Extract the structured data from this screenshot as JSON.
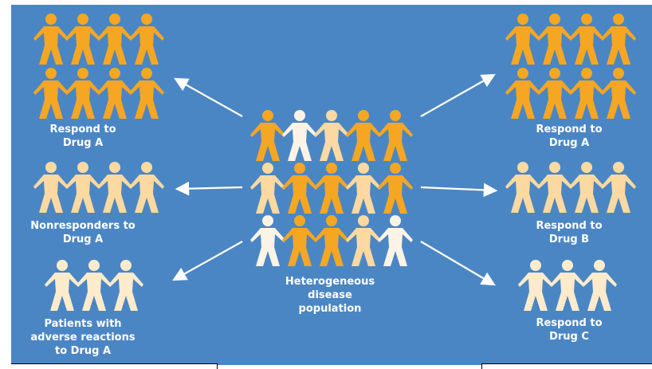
{
  "colors": {
    "background": "#4b86c4",
    "responder": "#f5a623",
    "nonresponder": "#fbd9a0",
    "adverse": "#fdebcc",
    "neutral": "#fbf3e6",
    "arrow": "#ffffff",
    "text": "#ffffff"
  },
  "icon": "person-figure-icon",
  "center": {
    "label": "Heterogeneous\ndisease\npopulation",
    "rows": [
      [
        "responder",
        "neutral",
        "nonresponder",
        "responder",
        "responder"
      ],
      [
        "nonresponder",
        "responder",
        "responder",
        "nonresponder",
        "responder"
      ],
      [
        "neutral",
        "responder",
        "responder",
        "nonresponder",
        "neutral"
      ]
    ]
  },
  "left_groups": [
    {
      "label": "Respond to\nDrug A",
      "rows": [
        [
          "responder",
          "responder",
          "responder",
          "responder"
        ],
        [
          "responder",
          "responder",
          "responder",
          "responder"
        ]
      ]
    },
    {
      "label": "Nonresponders to\nDrug A",
      "rows": [
        [
          "nonresponder",
          "nonresponder",
          "nonresponder",
          "nonresponder"
        ]
      ]
    },
    {
      "label": "Patients with\nadverse reactions\nto Drug A",
      "rows": [
        [
          "adverse",
          "adverse",
          "adverse"
        ]
      ]
    }
  ],
  "right_groups": [
    {
      "label": "Respond to\nDrug A",
      "rows": [
        [
          "responder",
          "responder",
          "responder",
          "responder"
        ],
        [
          "responder",
          "responder",
          "responder",
          "responder"
        ]
      ]
    },
    {
      "label": "Respond to\nDrug B",
      "rows": [
        [
          "nonresponder",
          "nonresponder",
          "nonresponder",
          "nonresponder"
        ]
      ]
    },
    {
      "label": "Respond to\nDrug C",
      "rows": [
        [
          "adverse",
          "adverse",
          "adverse"
        ]
      ]
    }
  ]
}
